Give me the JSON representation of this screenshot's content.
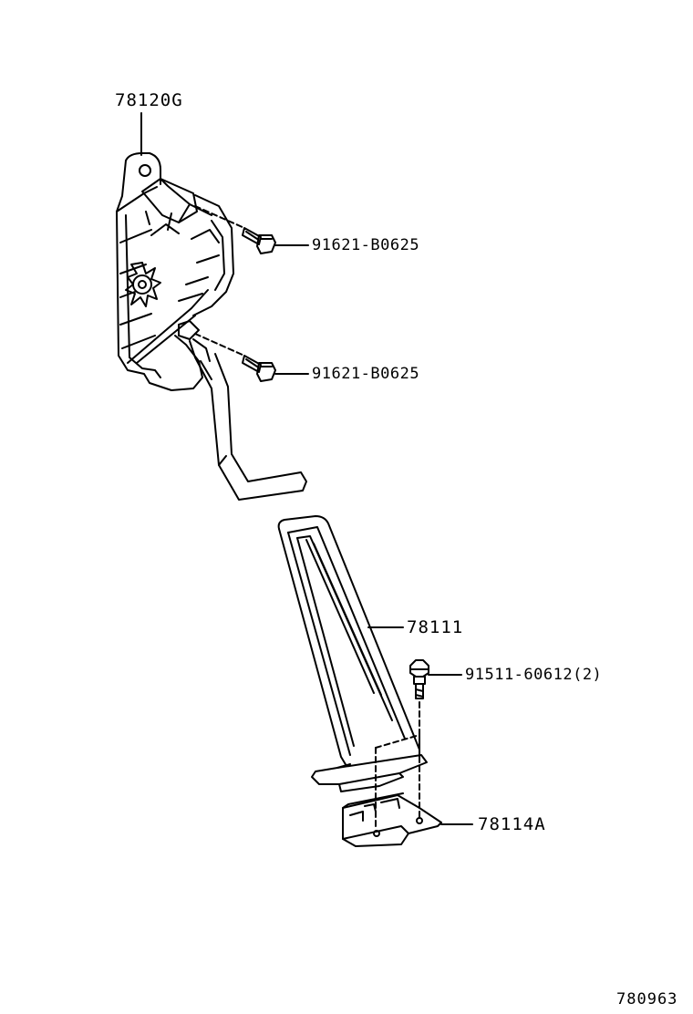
{
  "parts": {
    "pedal_sensor": "78120G",
    "bolt_upper": "91621-B0625",
    "bolt_lower": "91621-B0625",
    "pedal_arm": "78111",
    "bolt_pedal": "91511-60612(2)",
    "bracket": "78114A"
  },
  "figure_number": "780963",
  "colors": {
    "line": "#000000",
    "background": "#ffffff"
  }
}
